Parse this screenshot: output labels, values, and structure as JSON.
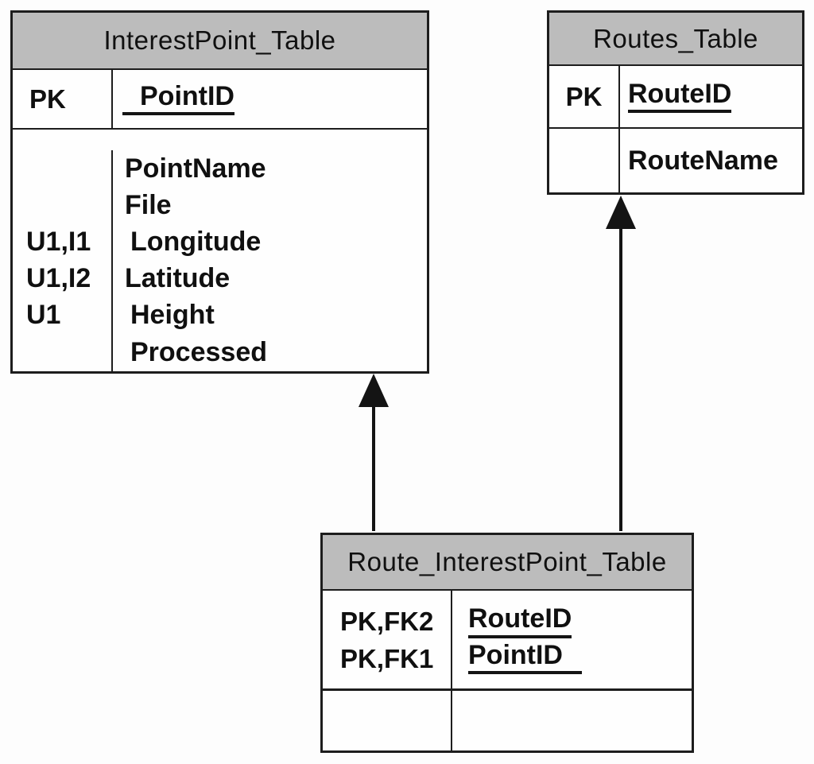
{
  "diagram": {
    "kind": "entity-relationship-diagram",
    "colors": {
      "header_fill": "#bcbcbc",
      "border": "#1d1d1d",
      "text": "#101010",
      "arrow": "#141414",
      "background": "#fdfdfd"
    },
    "tables": {
      "interest_point": {
        "title": "InterestPoint_Table",
        "pk_row": {
          "key": "PK",
          "field": "PointID"
        },
        "attr_rows": [
          {
            "key": "",
            "field": "PointName"
          },
          {
            "key": "",
            "field": "File"
          },
          {
            "key": "U1,I1",
            "field": "Longitude"
          },
          {
            "key": "U1,I2",
            "field": "Latitude"
          },
          {
            "key": "U1",
            "field": "Height"
          },
          {
            "key": "",
            "field": "Processed"
          }
        ]
      },
      "routes": {
        "title": "Routes_Table",
        "pk_row": {
          "key": "PK",
          "field": "RouteID"
        },
        "attr_rows": [
          {
            "key": "",
            "field": "RouteName"
          }
        ]
      },
      "route_interest_point": {
        "title": "Route_InterestPoint_Table",
        "key_rows": [
          {
            "key": "PK,FK2",
            "field": "RouteID"
          },
          {
            "key": "PK,FK1",
            "field": "PointID"
          }
        ]
      }
    },
    "relationships": [
      {
        "from": "Route_InterestPoint_Table",
        "to": "InterestPoint_Table",
        "style": "solid-arrow-up"
      },
      {
        "from": "Route_InterestPoint_Table",
        "to": "Routes_Table",
        "style": "solid-arrow-up"
      }
    ]
  }
}
